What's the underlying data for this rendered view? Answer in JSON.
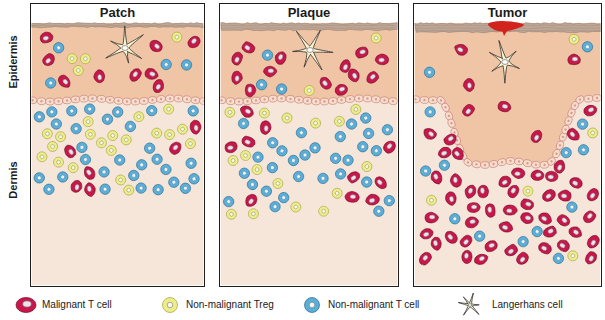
{
  "diagram": {
    "nodes": [
      {
        "text": [
          "Patch"
        ]
      },
      {
        "text": [
          "Plaque"
        ]
      },
      {
        "text": [
          "Tumor"
        ]
      }
    ],
    "labels": [
      "Epidermis",
      "Dermis"
    ],
    "legend": [
      {
        "text": "Malignant T cell",
        "color": "#c8174a"
      },
      {
        "text": "Non-malignant Treg",
        "color": "#eded8a"
      },
      {
        "text": "Non-malignant T cell",
        "color": "#5aaed8"
      },
      {
        "text": "Langerhans cell"
      }
    ]
  }
}
